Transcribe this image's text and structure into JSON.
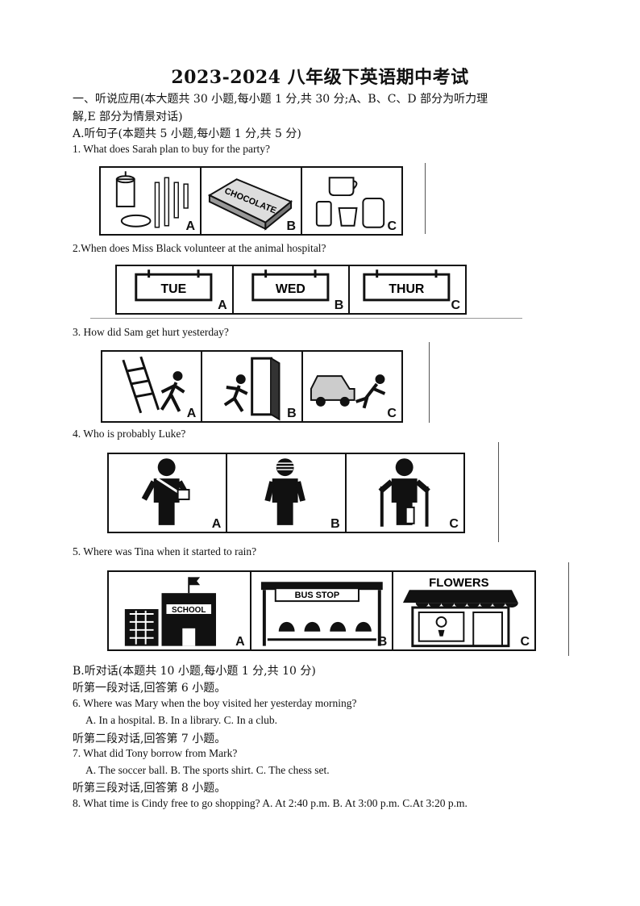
{
  "title": "2023-2024 八年级下英语期中考试",
  "section_one": {
    "line1": "一、听说应用(本大题共 30 小题,每小题 1 分,共 30 分;A、B、C、D 部分为听力理",
    "line2": "解,E 部分为情景对话)"
  },
  "part_a": {
    "heading": "A.听句子(本题共 5 小题,每小题 1 分,共 5 分)",
    "questions": [
      {
        "text": "1. What does Sarah plan to buy for the party?",
        "options": [
          "A",
          "B",
          "C"
        ],
        "picture_text": "CHOCOLATE"
      },
      {
        "text": "2.When does Miss Black volunteer  at the animal  hospital?",
        "options": [
          "A",
          "B",
          "C"
        ],
        "days": [
          "TUE",
          "WED",
          "THUR"
        ]
      },
      {
        "text": "3. How did Sam get hurt yesterday?",
        "options": [
          "A",
          "B",
          "C"
        ]
      },
      {
        "text": "4. Who is probably Luke?",
        "options": [
          "A",
          "B",
          "C"
        ]
      },
      {
        "text": "5. Where was Tina  when it started to rain?",
        "options": [
          "A",
          "B",
          "C"
        ],
        "signs": [
          "SCHOOL",
          "BUS STOP",
          "FLOWERS"
        ]
      }
    ]
  },
  "part_b": {
    "heading": "B.听对话(本题共 10 小题,每小题 1 分,共 10 分)",
    "dialogues": [
      {
        "intro": "听第一段对话,回答第 6 小题。",
        "question": "6. Where was Mary when the boy visited  her yesterday  morning?",
        "options": "A. In  a hospital.   B. In  a library.   C. In  a club."
      },
      {
        "intro": "听第二段对话,回答第 7 小题。",
        "question": "7. What did Tony  borrow from  Mark?",
        "options": "A. The soccer ball.  B. The sports shirt.  C. The chess set."
      },
      {
        "intro": "听第三段对话,回答第 8 小题。",
        "question": "8. What time is Cindy free to go shopping?  A. At 2:40 p.m. B. At 3:00 p.m. C.At 3:20 p.m."
      }
    ]
  }
}
